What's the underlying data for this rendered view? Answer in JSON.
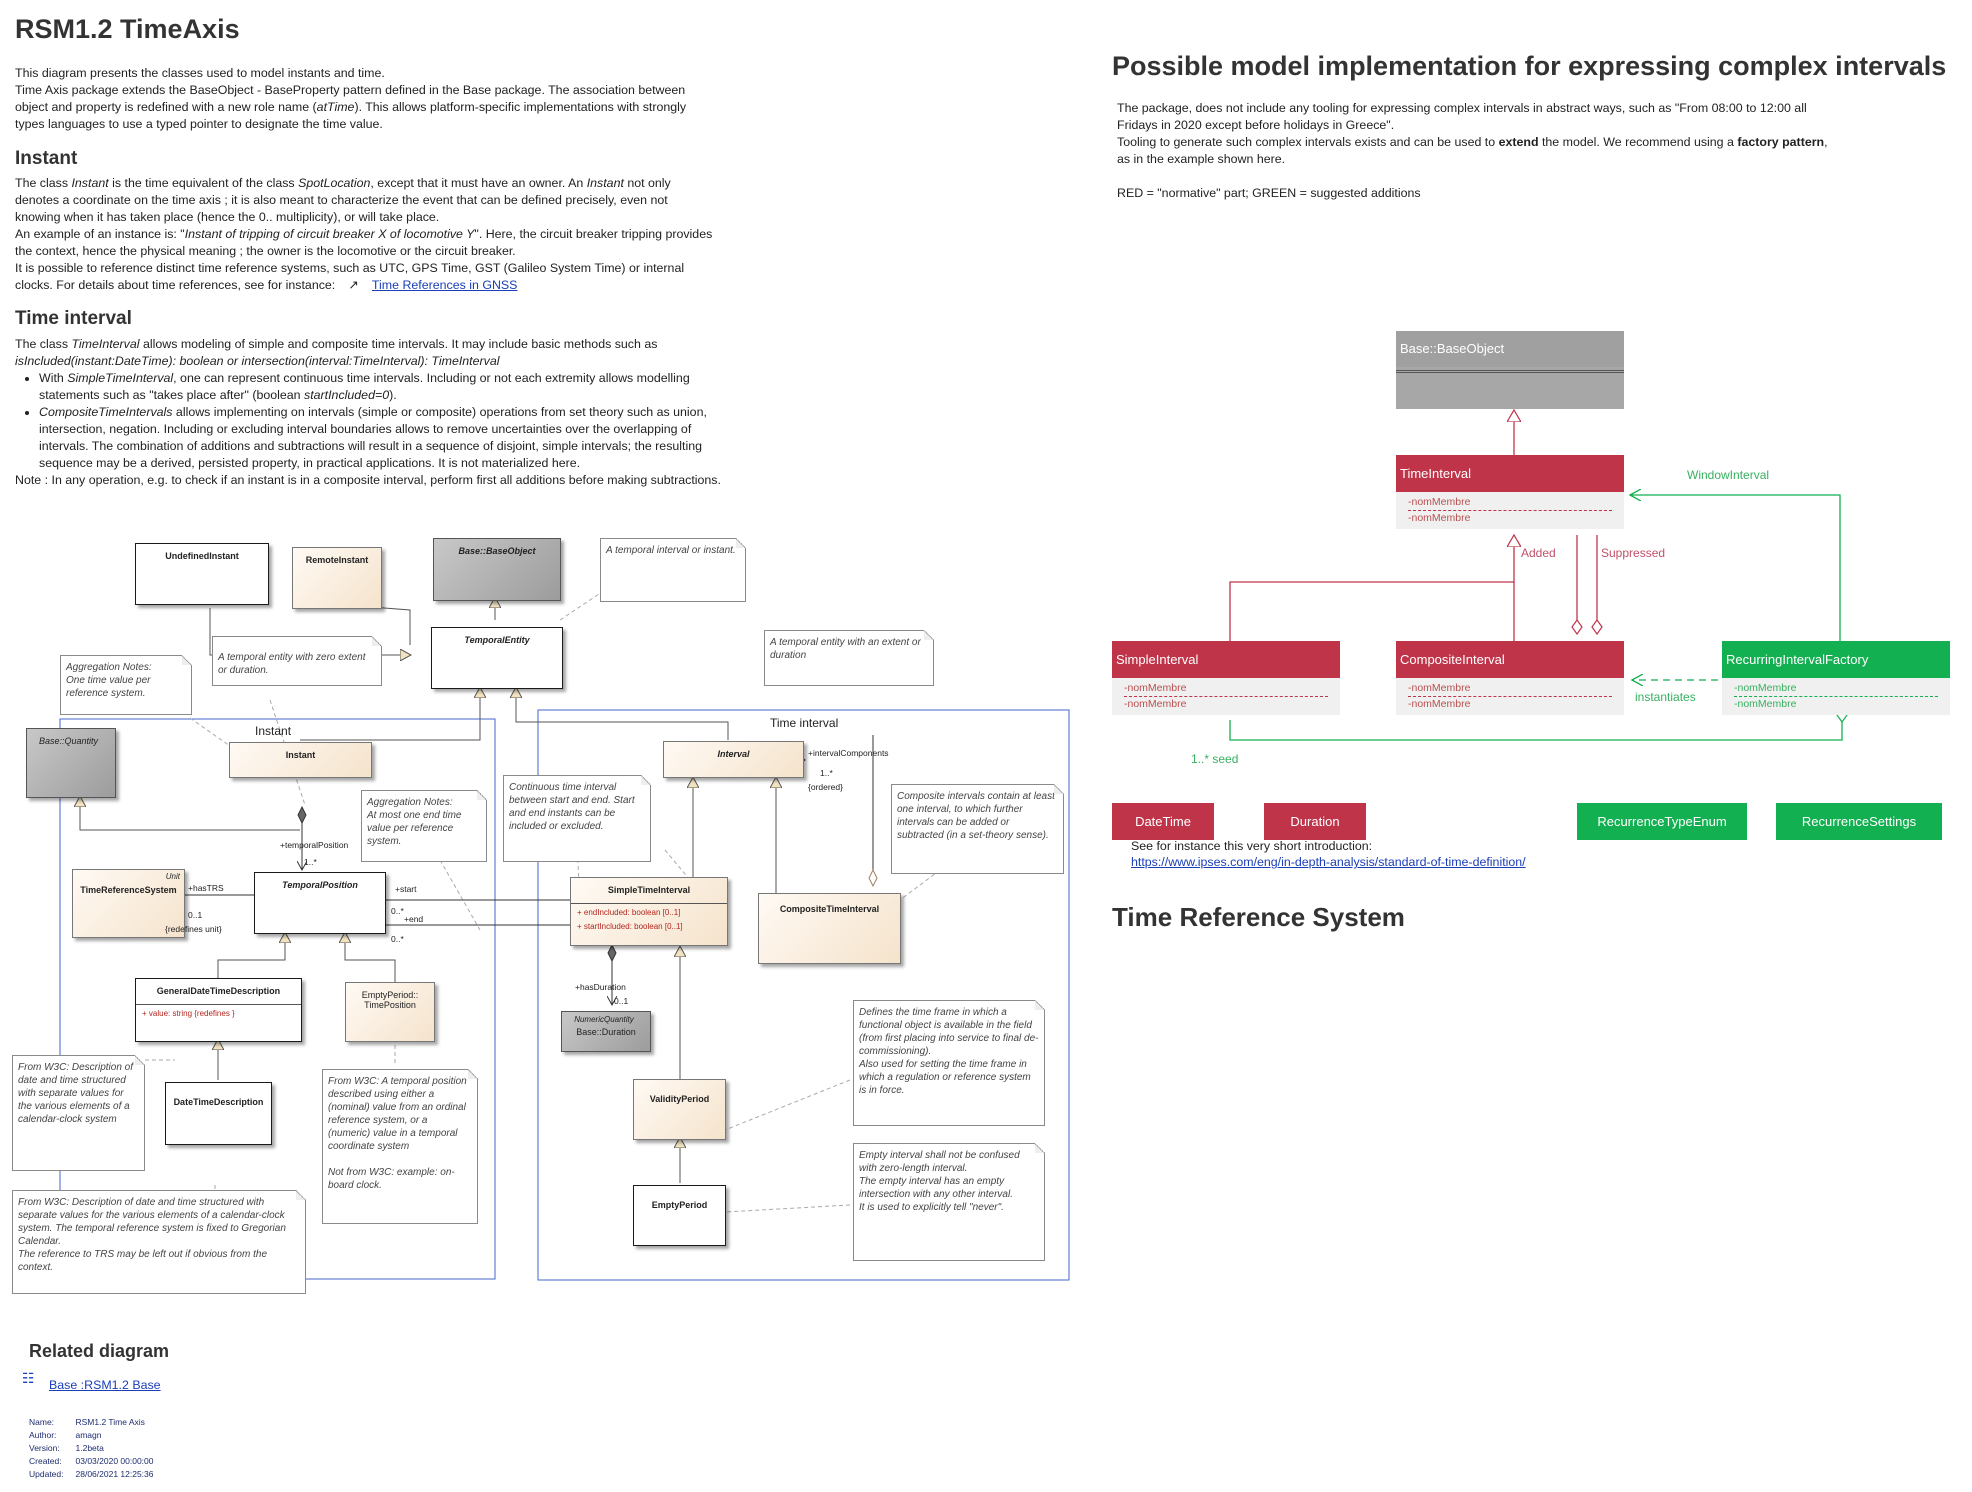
{
  "title": "RSM1.2 TimeAxis",
  "intro": {
    "p1": "This diagram presents the classes used to model instants and time.",
    "p2a": "Time Axis package extends the BaseObject - BaseProperty pattern defined in the Base package. The association between object and property is redefined with a new role name (",
    "p2em": "atTime",
    "p2b": "). This allows platform-specific implementations with strongly types languages to use a typed pointer to designate the time value."
  },
  "instant_section": {
    "heading": "Instant",
    "t1": "The class ",
    "t1em": "Instant",
    "t2": " is the time equivalent of the class ",
    "t2em": "SpotLocation",
    "t3": ", except that it must have an owner. An ",
    "t3em": "Instant",
    "t4": " not only denotes a coordinate on the time axis ; it is also meant to characterize the event that can be defined precisely, even not knowing when it has taken place (hence the 0.. multiplicity), or will take place.",
    "t5": "An example of an instance is: \"",
    "t5em": "Instant of tripping of circuit breaker X of locomotive Y",
    "t6": "\". Here, the circuit breaker tripping provides the context, hence the physical meaning ; the owner is the locomotive or the circuit breaker.",
    "t7": "It is possible to reference distinct time reference systems, such as UTC, GPS Time, GST (Galileo System Time) or internal clocks. For details about time references, see for instance:",
    "link": "Time References in GNSS"
  },
  "interval_section": {
    "heading": "Time interval",
    "t1": "The class ",
    "t1em": "TimeInterval",
    "t2": " allows modeling of simple and composite time intervals. It may include basic methods such as",
    "methods": "isIncluded(instant:DateTime): boolean or intersection(interval:TimeInterval): TimeInterval",
    "b1a": "With ",
    "b1em": "SimpleTimeInterval",
    "b1b": ", one can represent continuous time intervals. Including or not each extremity allows modelling statements such as \"takes place after\" (boolean ",
    "b1em2": "startIncluded=0",
    "b1c": ").",
    "b2em": "CompositeTimeIntervals",
    "b2": " allows implementing on intervals (simple or composite) operations from set theory such as union, intersection, negation. Including or excluding interval boundaries allows  to remove uncertainties over the overlapping of intervals. The combination of additions and subtractions will result in a sequence of disjoint, simple intervals; the resulting sequence may be a derived, persisted property, in practical applications. It is not materialized here.",
    "note": "Note : In any operation, e.g. to check if an instant is in a composite interval, perform first all additions before making subtractions."
  },
  "uml": {
    "pkg_instant": "Instant",
    "pkg_interval": "Time interval",
    "undefined_instant": "UndefinedInstant",
    "remote_instant": "RemoteInstant",
    "base_object": "Base::BaseObject",
    "temporal_entity": "TemporalEntity",
    "base_quantity": "Base::Quantity",
    "instant": "Instant",
    "interval": "Interval",
    "unit_stereo": "Unit",
    "time_reference_system": "TimeReferenceSystem",
    "temporal_position": "TemporalPosition",
    "simple_time_interval": "SimpleTimeInterval",
    "sti_attr1": "+    endIncluded: boolean [0..1]",
    "sti_attr2": "+    startIncluded: boolean [0..1]",
    "composite_time_interval": "CompositeTimeInterval",
    "general_dt": "GeneralDateTimeDescription",
    "general_dt_attr": "+     value: string {redefines }",
    "empty_period_pos": "EmptyPeriod::\nTimePosition",
    "numeric_stereo": "NumericQuantity",
    "base_duration": "Base::Duration",
    "dt_description": "DateTimeDescription",
    "validity_period": "ValidityPeriod",
    "empty_period": "EmptyPeriod",
    "labels": {
      "temporal_position_role": "+temporalPosition",
      "m_1": "1..*",
      "has_trs": "+hasTRS",
      "m_01a": "0..1",
      "redefines_unit": "{redefines unit}",
      "start": "+start",
      "m_0s1": "0..*",
      "end": "+end",
      "m_0s2": "0..*",
      "interval_components": "+intervalComponents",
      "m_1s": "1..*",
      "ordered": "{ordered}",
      "has_duration": "+hasDuration",
      "m_01b": "0..1"
    },
    "notes": {
      "n_instant_or_interval": "A temporal interval or instant.",
      "n_zero_extent": "A temporal entity with zero extent or duration.",
      "n_extent": "A temporal entity with an extent or duration",
      "n_agg1": "Aggregation Notes:\nOne time value per reference system.",
      "n_agg2": "Aggregation Notes:\nAt most one end time value per reference system.",
      "n_continuous": "Continuous time interval between start and end. Start and end instants can be included or excluded.",
      "n_composite": "Composite intervals contain at least one interval, to which further intervals can be added or subtracted (in a set-theory sense).",
      "n_w3c_short": "From W3C: Description of date and time structured with separate values for the various elements of a calendar-clock system",
      "n_w3c_pos": "From W3C: A temporal position described using either a (nominal) value from an ordinal reference system, or a (numeric) value in a temporal coordinate system\n\nNot from W3C: example: on-board clock.",
      "n_w3c_long": "From W3C: Description of date and time structured with separate values for the various elements of a calendar-clock system. The temporal reference system is fixed to Gregorian Calendar.\nThe reference to TRS may be left out if obvious from the context.",
      "n_validity": "Defines the time frame in which a functional object is available in the field (from first placing into service to final de-commissioning).\nAlso used for setting the time frame in which a regulation or reference system is in force.",
      "n_empty": "Empty interval shall not be confused with zero-length interval.\nThe empty interval has an empty intersection with any other interval.\nIt is used to explicitly tell \"never\"."
    }
  },
  "related": {
    "heading": "Related diagram",
    "link": "Base :RSM1.2 Base"
  },
  "meta": [
    [
      "Name:",
      "RSM1.2 Time Axis"
    ],
    [
      "Author:",
      "amagn"
    ],
    [
      "Version:",
      "1.2beta"
    ],
    [
      "Created:",
      "03/03/2020 00:00:00"
    ],
    [
      "Updated:",
      "28/06/2021 12:25:36"
    ]
  ],
  "right": {
    "heading": "Possible model implementation for expressing complex intervals",
    "p1": "The package, does not include any tooling for expressing complex intervals in abstract ways, such as \"From 08:00 to 12:00 all Fridays in 2020 except before holidays in Greece\".",
    "p2a": "Tooling to generate such complex intervals exists and can be used to ",
    "p2b": "extend",
    "p2c": " the model. We recommend using a ",
    "p2d": "factory pattern",
    "p2e": ", as in the example shown here.",
    "legend": "RED = \"normative\" part; GREEN = suggested additions",
    "base_object": "Base::BaseObject",
    "time_interval": "TimeInterval",
    "simple_interval": "SimpleInterval",
    "composite_interval": "CompositeInterval",
    "recurring_factory": "RecurringIntervalFactory",
    "member": "-nomMembre",
    "window_interval": "WindowInterval",
    "added": "Added",
    "suppressed": "Suppressed",
    "instantiates": "instantiates",
    "seed": "1..* seed",
    "datetime": "DateTime",
    "duration": "Duration",
    "recurrence_type": "RecurrenceTypeEnum",
    "recurrence_settings": "RecurrenceSettings",
    "see_also": "See for instance this very short introduction:",
    "see_link": "https://www.ipses.com/eng/in-depth-analysis/standard-of-time-definition/",
    "trs_heading": "Time Reference System"
  },
  "colors": {
    "normative_red": "#c0344a",
    "suggested_green": "#12b050",
    "link_blue": "#1a3eb8",
    "package_border": "#4466cc"
  }
}
